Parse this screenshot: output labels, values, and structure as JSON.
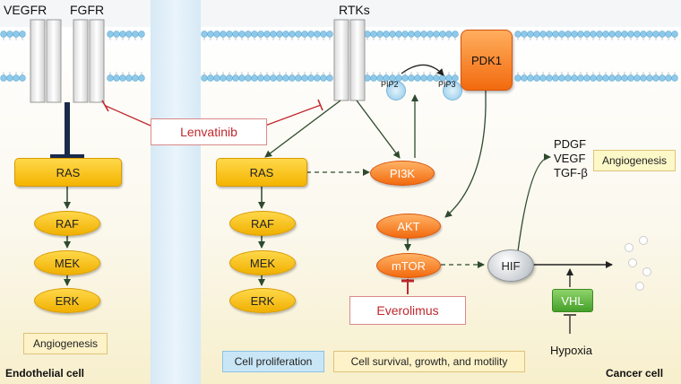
{
  "receptors": {
    "endothelial_left": "VEGFR",
    "endothelial_right": "FGFR",
    "cancer": "RTKs"
  },
  "drugs": {
    "lenvatinib": "Lenvatinib",
    "everolimus": "Everolimus"
  },
  "endothelial_pathway": {
    "ras": "RAS",
    "raf": "RAF",
    "mek": "MEK",
    "erk": "ERK",
    "outcome": "Angiogenesis",
    "cell_label": "Endothelial cell"
  },
  "cancer_pathway": {
    "ras": "RAS",
    "raf": "RAF",
    "mek": "MEK",
    "erk": "ERK",
    "pi3k": "PI3K",
    "pip2": "PIP2",
    "pip3": "PIP3",
    "pdk1": "PDK1",
    "akt": "AKT",
    "mtor": "mTOR",
    "hif": "HIF",
    "vhl": "VHL",
    "hypoxia": "Hypoxia",
    "growth_factors": [
      "PDGF",
      "VEGF",
      "TGF-β"
    ],
    "angiogenesis": "Angiogenesis",
    "cell_label": "Cancer cell"
  },
  "legend": {
    "proliferation": "Cell proliferation",
    "survival": "Cell survival, growth, and motility"
  },
  "colors": {
    "node_yellow": "#f4b400",
    "node_orange": "#f26a0e",
    "inhibitor_red": "#c0282d",
    "membrane_blue": "#8fc9ea",
    "vhl_green": "#45a02a",
    "proliferation_bg": "#c9e6f7",
    "survival_bg": "#fdf2c8"
  }
}
